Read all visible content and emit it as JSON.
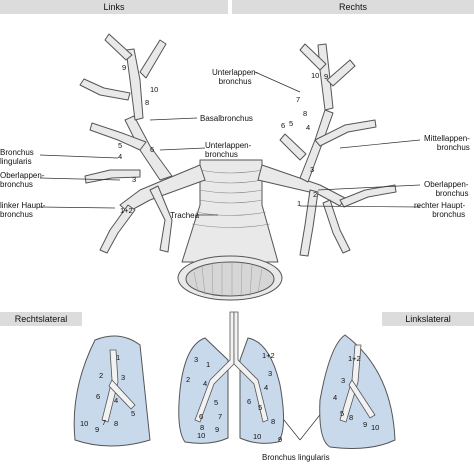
{
  "headers": {
    "left": "Links",
    "right": "Rechts",
    "rechtslateral": "Rechtslateral",
    "linkslateral": "Linkslateral"
  },
  "labels": {
    "unterlappen_bronchus_top": "Unterlappen-",
    "unterlappen_bronchus_bottom": "bronchus",
    "basalbronchus": "Basalbronchus",
    "unterlappen2_top": "Unterlappen-",
    "unterlappen2_bottom": "bronchus",
    "bronchus_lingularis_top": "Bronchus",
    "bronchus_lingularis_bottom": "lingularis",
    "oberlappen_left_top": "Oberlappen-",
    "oberlappen_left_bottom": "bronchus",
    "linker_haupt_top": "linker Haupt-",
    "linker_haupt_bottom": "bronchus",
    "trachea": "Trachea",
    "mittellappen_top": "Mittellappen-",
    "mittellappen_bottom": "bronchus",
    "oberlappen_right_top": "Oberlappen-",
    "oberlappen_right_bottom": "bronchus",
    "rechter_haupt_top": "rechter Haupt-",
    "rechter_haupt_bottom": "bronchus",
    "bronchus_lingularis_bottom_label": "Bronchus lingularis"
  },
  "segments_main_left": [
    "9",
    "10",
    "8",
    "5",
    "4",
    "6",
    "3",
    "1+2"
  ],
  "segments_main_right": [
    "10",
    "9",
    "7",
    "8",
    "6",
    "5",
    "4",
    "3",
    "2",
    "1"
  ],
  "segments_lat_right": [
    "1",
    "2",
    "3",
    "6",
    "4",
    "5",
    "10",
    "7",
    "9",
    "8"
  ],
  "segments_front_left": [
    "3",
    "2",
    "1",
    "4",
    "5",
    "6",
    "7",
    "8",
    "9",
    "10"
  ],
  "segments_front_right": [
    "1+2",
    "3",
    "4",
    "5",
    "6",
    "8",
    "9",
    "10"
  ],
  "segments_lat_left": [
    "1+2",
    "3",
    "4",
    "5",
    "8",
    "9",
    "10"
  ],
  "colors": {
    "header_bg": "#dcdcdc",
    "lung_fill": "#c9d9ec",
    "airway_fill": "#e9e9e9",
    "airway_stroke": "#555555"
  }
}
